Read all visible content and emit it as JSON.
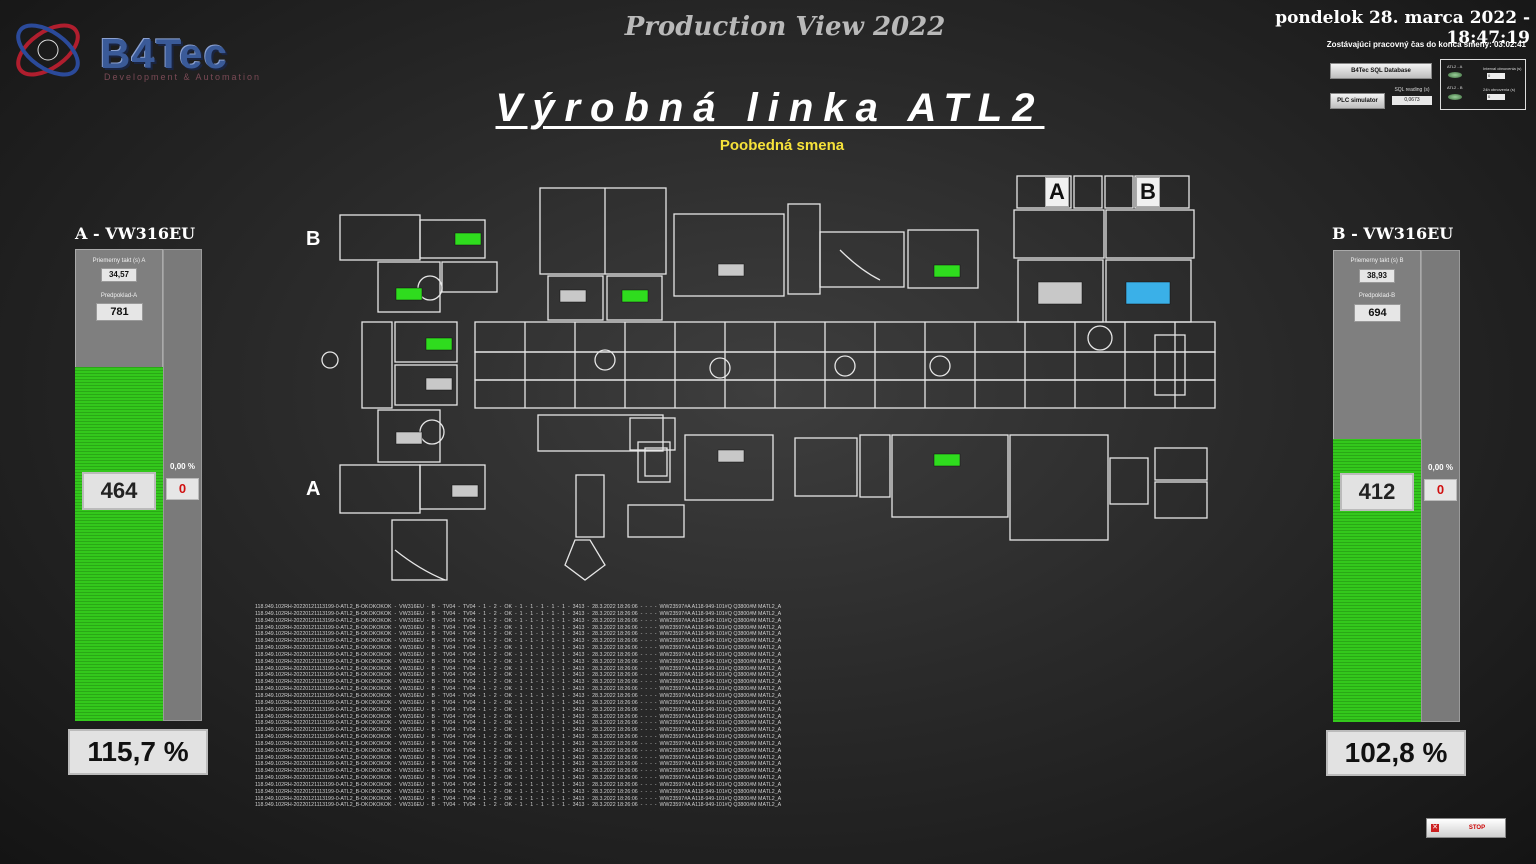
{
  "header": {
    "logo_text": "B4Tec",
    "logo_sub": "Development & Automation",
    "app_title": "Production View 2022",
    "datetime": "pondelok 28. marca 2022 - 18:47:19",
    "shift_remaining": "Zostávajúci pracovný čas do konca smeny: 03:02:41"
  },
  "controls": {
    "sql_button": "B4Tec SQL Database",
    "plc_button": "PLC simulator",
    "sql_reading_label": "SQL reading (s)",
    "sql_reading_value": "0,0673",
    "indicators": [
      {
        "label": "ATL2 - A",
        "field_label": "Interval obnovenia (s)",
        "value": "0"
      },
      {
        "label": "ATL2 - B",
        "field_label": "24h obnovenia (s)",
        "value": "0"
      }
    ]
  },
  "line": {
    "title": "Výrobná linka ATL2",
    "shift": "Poobedná smena",
    "label_a": "A",
    "label_b": "B",
    "cell_a": "A",
    "cell_b": "B"
  },
  "panel_a": {
    "title": "A - VW316EU",
    "avg_takt_label": "Priemerny takt (s) A",
    "avg_takt_value": "34,57",
    "forecast_label": "Predpoklad-A",
    "forecast_value": "781",
    "count": "464",
    "reject_pct": "0,00 %",
    "reject_count": "0",
    "efficiency": "115,7 %",
    "fill_fraction": 0.75
  },
  "panel_b": {
    "title": "B - VW316EU",
    "avg_takt_label": "Priemerny takt (s) B",
    "avg_takt_value": "38,93",
    "forecast_label": "Predpoklad-B",
    "forecast_value": "694",
    "count": "412",
    "reject_pct": "0,00 %",
    "reject_count": "0",
    "efficiency": "102,8 %",
    "fill_fraction": 0.6
  },
  "log": {
    "line_template": "118.949.102RH-20220121113199-0-ATL2_B-OKOKOKOK  -  VW316EU  -  B  -  TV04  -  TV04  -  1  -  2  -  OK  -  1  -  1  -  1  -  1  -  1  -  3413  -  28.3.2022 18:26:06  -  -  -  -  WW23597#A A118-949-101#Q Q3800#M MATL2_A",
    "line_count": 30
  },
  "footer": {
    "stop_button": "STOP"
  },
  "colors": {
    "accent_green": "#33c81c",
    "title_yellow": "#f6e23a",
    "stop_red": "#cc0000"
  }
}
